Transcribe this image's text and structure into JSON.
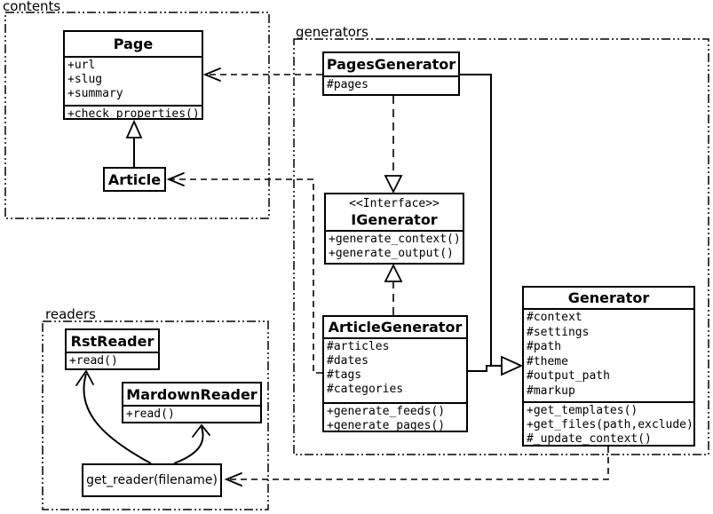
{
  "packages": {
    "contents": {
      "label": "contents"
    },
    "generators": {
      "label": "generators"
    },
    "readers": {
      "label": "readers"
    }
  },
  "classes": {
    "page": {
      "name": "Page",
      "attributes": [
        "+url",
        "+slug",
        "+summary"
      ],
      "methods": [
        "+check_properties()"
      ]
    },
    "article": {
      "name": "Article"
    },
    "pages_generator": {
      "name": "PagesGenerator",
      "attributes": [
        "#pages"
      ]
    },
    "igenerator": {
      "stereotype": "<<Interface>>",
      "name": "IGenerator",
      "methods": [
        "+generate_context()",
        "+generate_output()"
      ]
    },
    "article_generator": {
      "name": "ArticleGenerator",
      "attributes": [
        "#articles",
        "#dates",
        "#tags",
        "#categories"
      ],
      "methods": [
        "+generate_feeds()",
        "+generate_pages()"
      ]
    },
    "generator": {
      "name": "Generator",
      "attributes": [
        "#context",
        "#settings",
        "#path",
        "#theme",
        "#output_path",
        "#markup"
      ],
      "methods": [
        "+get_templates()",
        "+get_files(path,exclude)",
        "#_update_context()"
      ]
    },
    "rst_reader": {
      "name": "RstReader",
      "methods": [
        "+read()"
      ]
    },
    "mardown_reader": {
      "name": "MardownReader",
      "methods": [
        "+read()"
      ]
    },
    "get_reader": {
      "label": "get_reader(filename)"
    }
  },
  "relations": [
    {
      "type": "generalization",
      "from": "Article",
      "to": "Page"
    },
    {
      "type": "realization",
      "from": "PagesGenerator",
      "to": "IGenerator"
    },
    {
      "type": "realization",
      "from": "ArticleGenerator",
      "to": "IGenerator"
    },
    {
      "type": "generalization",
      "from": "PagesGenerator",
      "to": "Generator"
    },
    {
      "type": "generalization",
      "from": "ArticleGenerator",
      "to": "Generator"
    },
    {
      "type": "dependency",
      "from": "PagesGenerator",
      "to": "Page"
    },
    {
      "type": "dependency",
      "from": "ArticleGenerator",
      "to": "Article"
    },
    {
      "type": "dependency",
      "from": "Generator",
      "to": "get_reader(filename)"
    },
    {
      "type": "association",
      "from": "get_reader(filename)",
      "to": "RstReader"
    },
    {
      "type": "association",
      "from": "get_reader(filename)",
      "to": "MardownReader"
    }
  ],
  "colors": {
    "stroke": "#000000",
    "background": "#ffffff"
  }
}
